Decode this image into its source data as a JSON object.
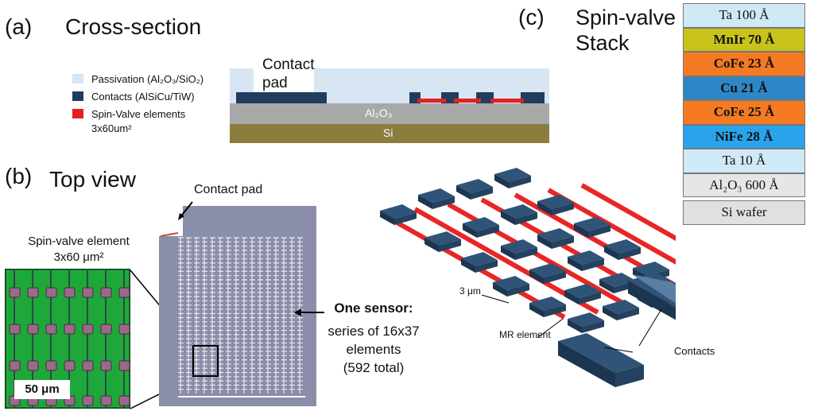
{
  "panel_a": {
    "letter": "(a)",
    "title": "Cross-section",
    "legend": [
      {
        "label": "Passivation (Al₂O₃/SiO₂)",
        "color": "#d7e6f2"
      },
      {
        "label": "Contacts (AlSiCu/TiW)",
        "color": "#1f3d5c"
      },
      {
        "label": "Spin-Valve elements",
        "color": "#e41f1f"
      }
    ],
    "legend_size": "3x60um²",
    "contact_pad_line1": "Contact",
    "contact_pad_line2": "pad",
    "al2o3_label": "Al₂O₃",
    "si_label": "Si"
  },
  "panel_b": {
    "letter": "(b)",
    "title": "Top view",
    "element_label_line1": "Spin-valve element",
    "element_label_line2": "3x60 μm²",
    "scale_bar": "50 μm",
    "contact_pad_label": "Contact pad",
    "sensor_bold": "One sensor:",
    "sensor_line2": "series of 16x37",
    "sensor_line3": "elements",
    "sensor_line4": "(592 total)",
    "width_label": "3 μm",
    "mr_label": "MR element",
    "contacts_label": "Contacts"
  },
  "panel_c": {
    "letter": "(c)",
    "title_line1": "Spin-valve",
    "title_line2": "Stack",
    "layers": [
      {
        "label": "Ta 100 Å",
        "color": "#cfe9f7"
      },
      {
        "label": "MnIr  70 Å",
        "color": "#c9c21a"
      },
      {
        "label": "CoFe 23 Å",
        "color": "#f57a22"
      },
      {
        "label": "Cu 21 Å",
        "color": "#2f86c6"
      },
      {
        "label": "CoFe 25 Å",
        "color": "#f57a22"
      },
      {
        "label": "NiFe 28 Å",
        "color": "#29a3ec"
      },
      {
        "label": "Ta 10 Å",
        "color": "#cfe9f7"
      },
      {
        "label": "Al₂O₃ 600 Å",
        "color": "#e6e6e6"
      },
      {
        "label": "Si wafer",
        "color": "#e0e0e0"
      }
    ]
  }
}
